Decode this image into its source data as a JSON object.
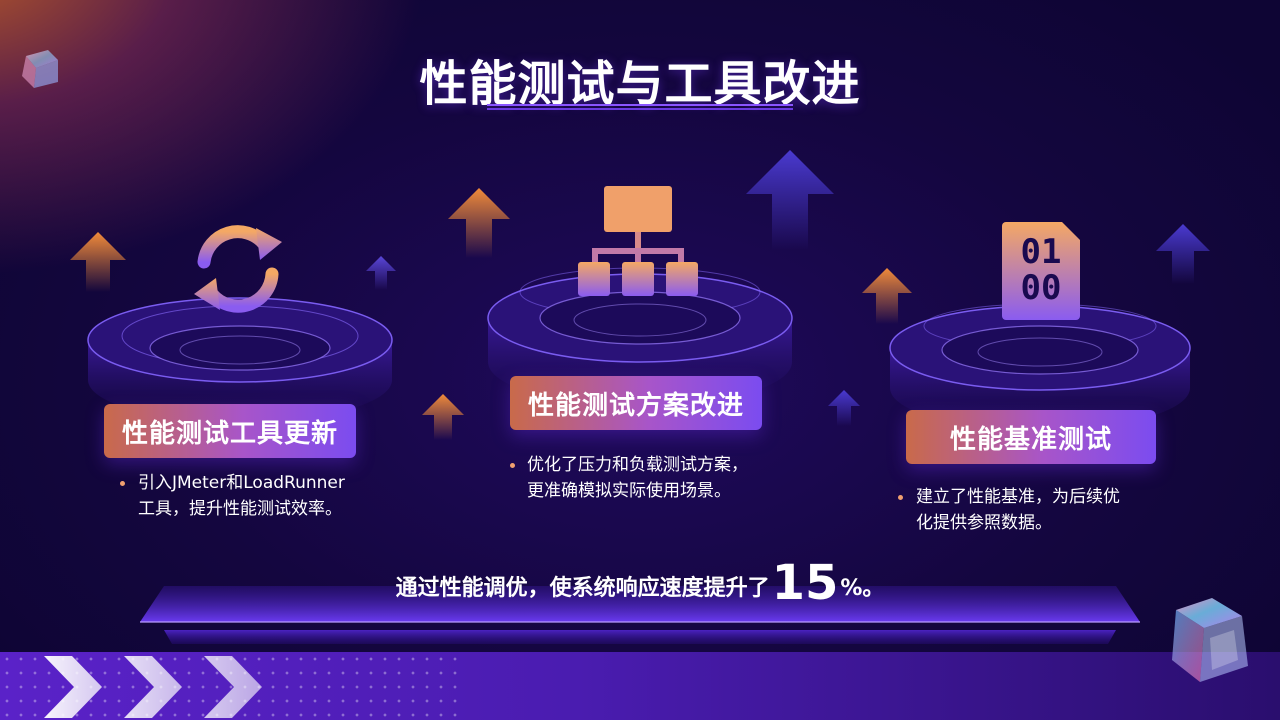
{
  "title": "性能测试与工具改进",
  "cards": [
    {
      "label": "性能测试工具更新",
      "icon": "refresh-icon",
      "lines": [
        "引入JMeter和LoadRunner",
        "工具，提升性能测试效率。"
      ]
    },
    {
      "label": "性能测试方案改进",
      "icon": "hierarchy-icon",
      "lines": [
        "优化了压力和负载测试方案，",
        "更准确模拟实际使用场景。"
      ]
    },
    {
      "label": "性能基准测试",
      "icon": "binary-file-icon",
      "icon_text": [
        "01",
        "00"
      ],
      "lines": [
        "建立了性能基准，为后续优",
        "化提供参照数据。"
      ]
    }
  ],
  "summary": {
    "prefix": "通过性能调优，使系统响应速度提升了",
    "number": "15",
    "suffix": "%。"
  },
  "colors": {
    "accent_orange": "#f0a070",
    "accent_purple": "#7b4cf0",
    "background": "#12053c"
  }
}
